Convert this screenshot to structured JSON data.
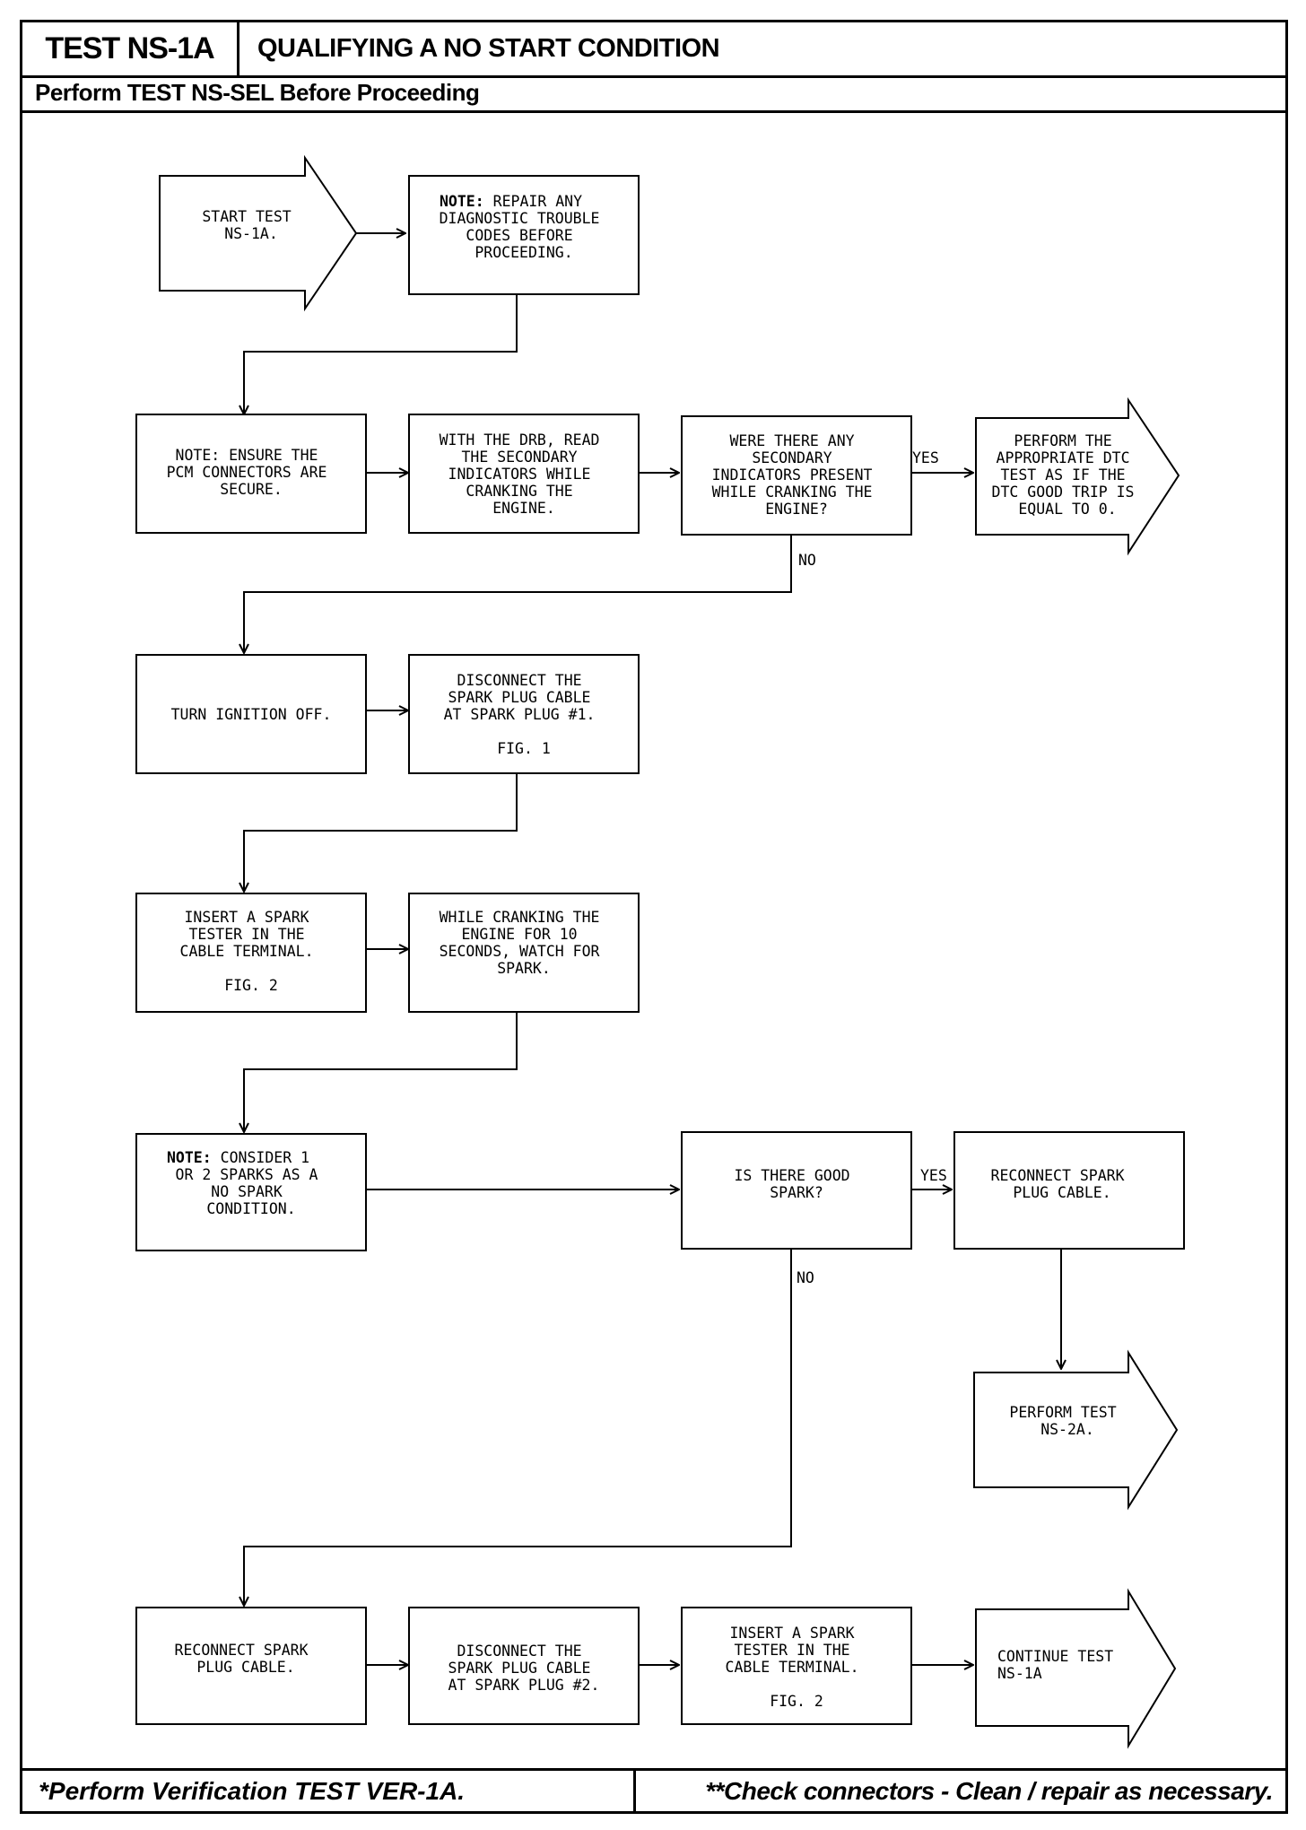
{
  "header": {
    "test_id": "TEST NS-1A",
    "title": "QUALIFYING A NO START CONDITION",
    "prerequisite": "Perform TEST NS-SEL Before Proceeding"
  },
  "footer": {
    "left": "*Perform Verification TEST VER-1A.",
    "right": "**Check connectors - Clean / repair as necessary."
  },
  "flow": {
    "start": [
      "START TEST",
      "NS-1A."
    ],
    "note_repair": {
      "note_label": "NOTE:",
      "lines": [
        "REPAIR ANY",
        "DIAGNOSTIC TROUBLE",
        "CODES BEFORE",
        "PROCEEDING."
      ]
    },
    "ensure_pcm": [
      "NOTE: ENSURE THE",
      "PCM CONNECTORS ARE",
      "SECURE."
    ],
    "read_drb": [
      "WITH THE DRB, READ",
      "THE SECONDARY",
      "INDICATORS WHILE",
      "CRANKING THE",
      "ENGINE."
    ],
    "q_secondary": [
      "WERE THERE ANY",
      "SECONDARY",
      "INDICATORS PRESENT",
      "WHILE CRANKING THE",
      "ENGINE?"
    ],
    "perform_dtc": [
      "PERFORM THE",
      "APPROPRIATE DTC",
      "TEST AS IF THE",
      "DTC GOOD TRIP IS",
      "EQUAL TO 0."
    ],
    "ignition_off": [
      "TURN IGNITION OFF."
    ],
    "disconnect_1": [
      "DISCONNECT THE",
      "SPARK PLUG CABLE",
      "AT SPARK PLUG #1.",
      "",
      "FIG. 1"
    ],
    "insert_tester_1": [
      "INSERT A SPARK",
      "TESTER IN THE",
      "CABLE TERMINAL.",
      "",
      "FIG. 2"
    ],
    "crank_10": [
      "WHILE CRANKING THE",
      "ENGINE FOR 10",
      "SECONDS, WATCH FOR",
      "SPARK."
    ],
    "note_sparks": {
      "note_label": "NOTE:",
      "lines": [
        "CONSIDER 1",
        "OR 2 SPARKS AS A",
        "NO SPARK",
        "CONDITION."
      ]
    },
    "q_good_spark": [
      "IS THERE GOOD",
      "SPARK?"
    ],
    "reconnect_yes": [
      "RECONNECT SPARK",
      "PLUG CABLE."
    ],
    "perform_ns2a": [
      "PERFORM TEST",
      "NS-2A."
    ],
    "reconnect_no": [
      "RECONNECT SPARK",
      "PLUG CABLE."
    ],
    "disconnect_2": [
      "DISCONNECT THE",
      "SPARK PLUG CABLE",
      "AT SPARK PLUG #2."
    ],
    "insert_tester_2": [
      "INSERT A SPARK",
      "TESTER IN THE",
      "CABLE TERMINAL.",
      "",
      "FIG. 2"
    ],
    "continue_ns1a": [
      "CONTINUE TEST",
      "NS-1A"
    ],
    "labels": {
      "yes": "YES",
      "no": "NO"
    }
  }
}
